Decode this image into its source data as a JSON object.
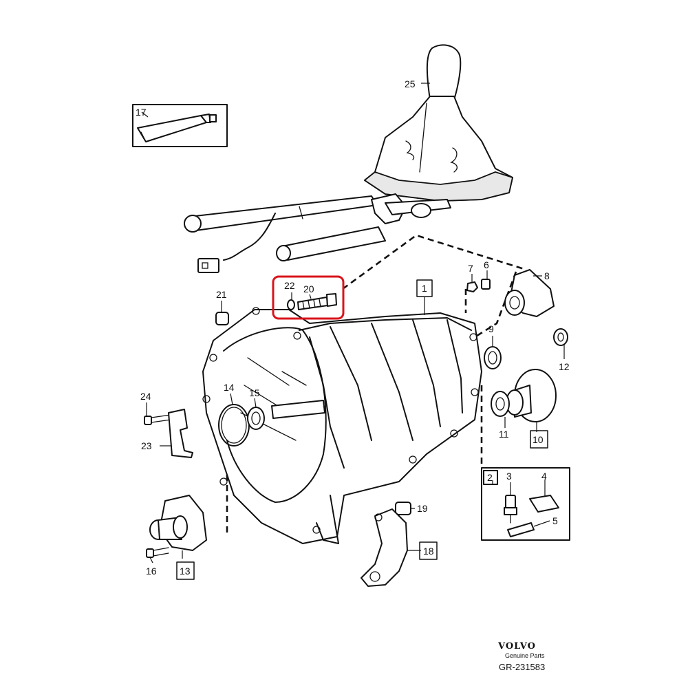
{
  "callouts": {
    "c1": "1",
    "c2": "2",
    "c3": "3",
    "c4": "4",
    "c5": "5",
    "c6": "6",
    "c7": "7",
    "c8": "8",
    "c9": "9",
    "c10": "10",
    "c11": "11",
    "c12": "12",
    "c13": "13",
    "c14": "14",
    "c15": "15",
    "c16": "16",
    "c17": "17",
    "c18": "18",
    "c19": "19",
    "c20": "20",
    "c21": "21",
    "c22": "22",
    "c23": "23",
    "c24": "24",
    "c25": "25"
  },
  "highlight": {
    "color": "#d9141b",
    "parts": [
      "22",
      "20"
    ]
  },
  "footer": {
    "brand": "VOLVO",
    "brand_sub": "Genuine Parts",
    "ref_code": "GR-231583"
  }
}
